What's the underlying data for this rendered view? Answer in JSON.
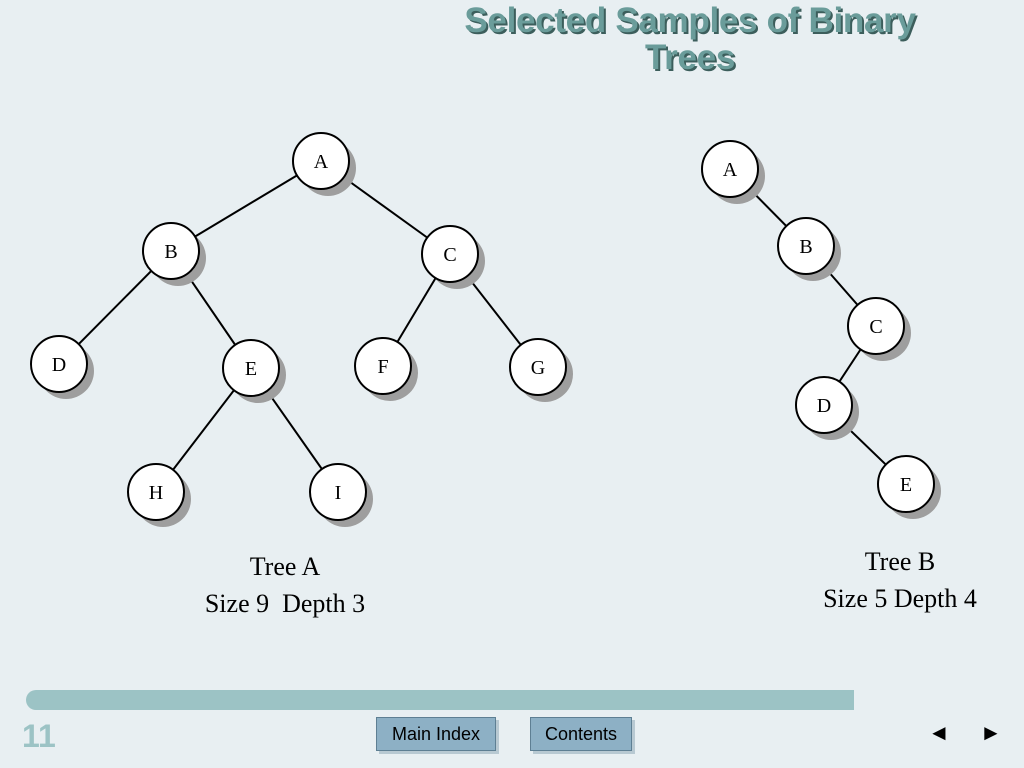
{
  "slide": {
    "title_line1": "Selected Samples of Binary",
    "title_line2": "Trees",
    "page_number": "11"
  },
  "trees": [
    {
      "id": "tree-a",
      "caption_name": "Tree A",
      "caption_stats": "Size 9  Depth 3",
      "nodes": [
        "A",
        "B",
        "C",
        "D",
        "E",
        "F",
        "G",
        "H",
        "I"
      ],
      "edges": [
        [
          "A",
          "B"
        ],
        [
          "A",
          "C"
        ],
        [
          "B",
          "D"
        ],
        [
          "B",
          "E"
        ],
        [
          "C",
          "F"
        ],
        [
          "C",
          "G"
        ],
        [
          "E",
          "H"
        ],
        [
          "E",
          "I"
        ]
      ]
    },
    {
      "id": "tree-b",
      "caption_name": "Tree B",
      "caption_stats": "Size 5 Depth 4",
      "nodes": [
        "A",
        "B",
        "C",
        "D",
        "E"
      ],
      "edges": [
        [
          "A",
          "B"
        ],
        [
          "B",
          "C"
        ],
        [
          "C",
          "D"
        ],
        [
          "D",
          "E"
        ]
      ]
    }
  ],
  "navigation": {
    "main_index_label": "Main Index",
    "contents_label": "Contents",
    "prev_icon": "◄",
    "next_icon": "►"
  }
}
